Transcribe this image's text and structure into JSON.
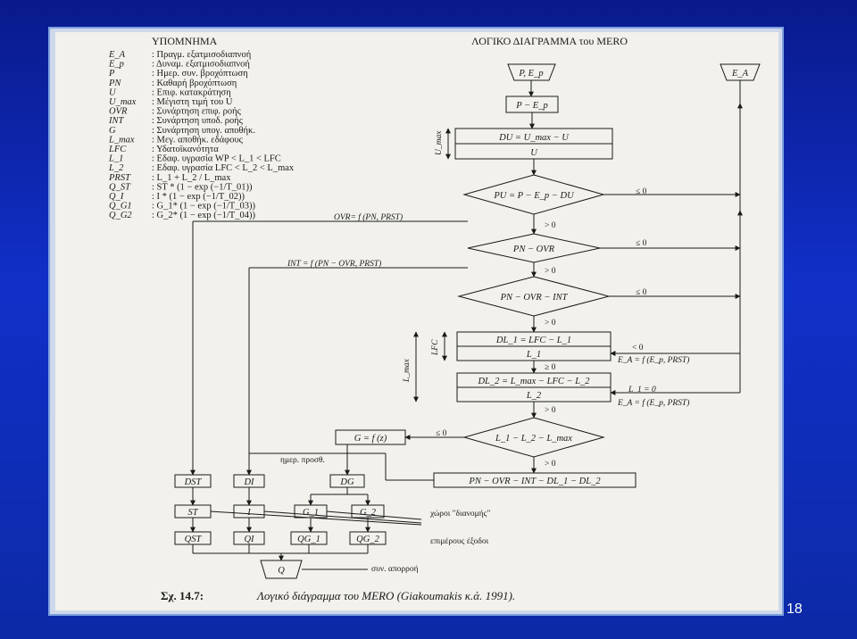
{
  "legend": {
    "title": "ΥΠΟΜΝΗΜΑ",
    "items": [
      {
        "sym": "E_A",
        "desc": ": Πραγμ. εξατμισοδιαπνοή"
      },
      {
        "sym": "E_p",
        "desc": ": Δυναμ. εξατμισοδιαπνοή"
      },
      {
        "sym": "P",
        "desc": ": Ημερ. συν. βροχόπτωση"
      },
      {
        "sym": "PN",
        "desc": ": Καθαρή βροχόπτωση"
      },
      {
        "sym": "U",
        "desc": ": Επιφ. κατακράτηση"
      },
      {
        "sym": "U_max",
        "desc": ": Μέγιστη τιμή του U"
      },
      {
        "sym": "OVR",
        "desc": ": Συνάρτηση επιφ. ροής"
      },
      {
        "sym": "INT",
        "desc": ": Συνάρτηση υποδ. ροής"
      },
      {
        "sym": "G",
        "desc": ": Συνάρτηση υπογ. αποθήκ."
      },
      {
        "sym": "L_max",
        "desc": ": Μεγ. αποθήκ. εδάφους"
      },
      {
        "sym": "LFC",
        "desc": ": Υδατοϊκανότητα"
      },
      {
        "sym": "L_1",
        "desc": ": Εδαφ. υγρασία  WP < L_1 < LFC"
      },
      {
        "sym": "L_2",
        "desc": ": Εδαφ. υγρασία  LFC < L_2 < L_max"
      },
      {
        "sym": "PRST",
        "desc": ": L_1 + L_2 / L_max"
      },
      {
        "sym": "Q_ST",
        "desc": ": ST * (1 − exp (−1/T_01))"
      },
      {
        "sym": "Q_I",
        "desc": ": I * (1 − exp (−1/T_02))"
      },
      {
        "sym": "Q_G1",
        "desc": ": G_1* (1 − exp (−1/T_03))"
      },
      {
        "sym": "Q_G2",
        "desc": ": G_2* (1 − exp (−1/T_04))"
      }
    ]
  },
  "diagram": {
    "title": "ΛΟΓΙΚΟ ΔΙΑΓΡΑΜΜΑ του MERO",
    "input_p_ep": "P, E_p",
    "input_ea": "E_A",
    "box_p_minus_ep": "P − E_p",
    "box_du_top": "DU = U_max − U",
    "box_du_bottom": "U",
    "umax_label": "U_max",
    "dec_pu": "PU = P − E_p − DU",
    "dec_pn_ovr": "PN − OVR",
    "dec_pn_ovr_int": "PN − OVR − INT",
    "box_dl1_top": "DL_1 = LFC − L_1",
    "box_dl1_bottom": "L_1",
    "box_dl2_top": "DL_2 = L_max − LFC − L_2",
    "box_dl2_bottom": "L_2",
    "dec_l1_l2": "L_1 − L_2 − L_max",
    "lfc_label": "LFC",
    "lmax_label": "L_max",
    "le0": "≤ 0",
    "gt0": "> 0",
    "ge0": "≥ 0",
    "lt0": "< 0",
    "ovr_func": "OVR= f (PN, PRST)",
    "int_func": "INT = f (PN − OVR, PRST)",
    "ea_func_1": "E_A = f (E_p, PRST)",
    "l1_eq_0": "L_1 = 0",
    "ea_func_2": "E_A = f (E_p, PRST)",
    "g_func": "G = f (z)",
    "daily_add": "ημερ. προσθ.",
    "box_remainder": "PN − OVR − INT − DL_1 − DL_2",
    "dst": "DST",
    "di": "DI",
    "dg": "DG",
    "st": "ST",
    "i": "I",
    "g1": "G_1",
    "g2": "G_2",
    "qst": "QST",
    "qi": "QI",
    "qg1": "QG_1",
    "qg2": "QG_2",
    "q": "Q",
    "note_distribution": "χώροι \"διανομής\"",
    "note_outputs": "επιμέρους έξοδοι",
    "note_total": "συν. απορροή"
  },
  "caption": {
    "label": "Σχ. 14.7:",
    "text": "Λογικό διάγραμμα του MERO (Giakoumakis κ.ά. 1991)."
  },
  "slide_number": "18"
}
